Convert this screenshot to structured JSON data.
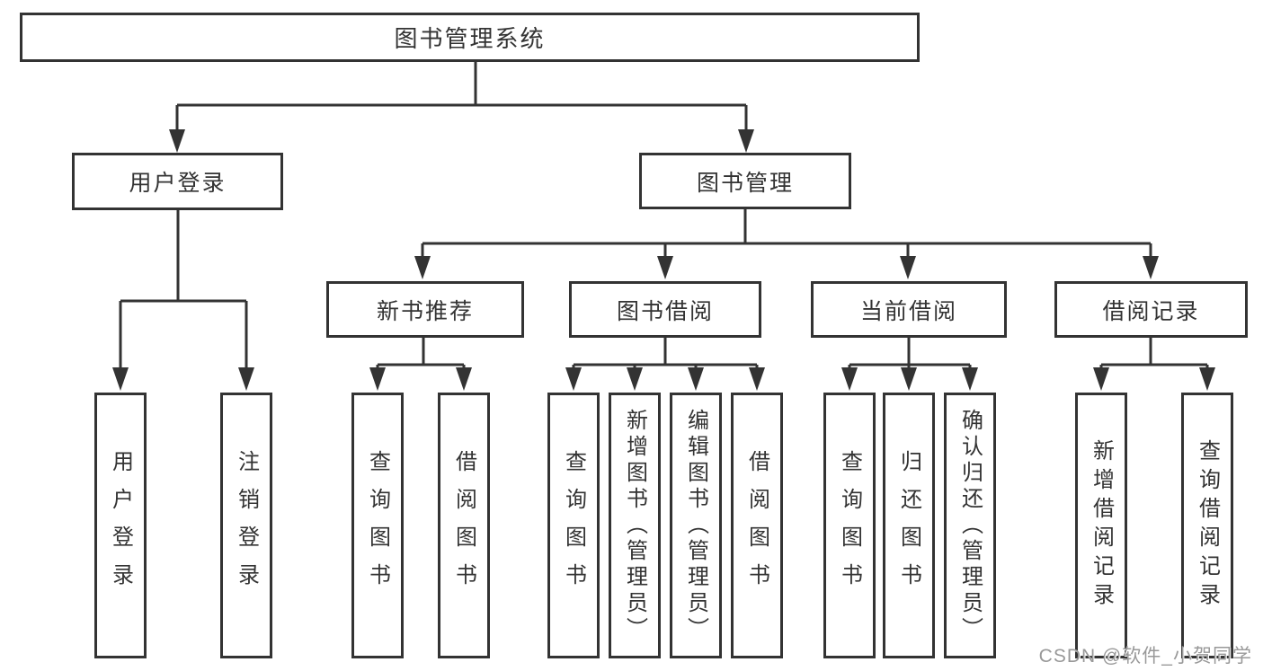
{
  "diagram": {
    "root": "图书管理系统",
    "branches": [
      {
        "label": "用户登录",
        "children": [
          "用户登录",
          "注销登录"
        ]
      },
      {
        "label": "图书管理",
        "children": [
          {
            "label": "新书推荐",
            "children": [
              "查询图书",
              "借阅图书"
            ]
          },
          {
            "label": "图书借阅",
            "children": [
              "查询图书",
              "新增图书（管理员）",
              "编辑图书（管理员）",
              "借阅图书"
            ]
          },
          {
            "label": "当前借阅",
            "children": [
              "查询图书",
              "归还图书",
              "确认归还（管理员）"
            ]
          },
          {
            "label": "借阅记录",
            "children": [
              "新增借阅记录",
              "查询借阅记录"
            ]
          }
        ]
      }
    ]
  },
  "watermark": {
    "text": "CSDN @软件_小贺同学"
  },
  "colors": {
    "box_border": "#333333",
    "connector": "#333333",
    "text": "#333333",
    "watermark_text": "#999999",
    "background": "#ffffff"
  }
}
